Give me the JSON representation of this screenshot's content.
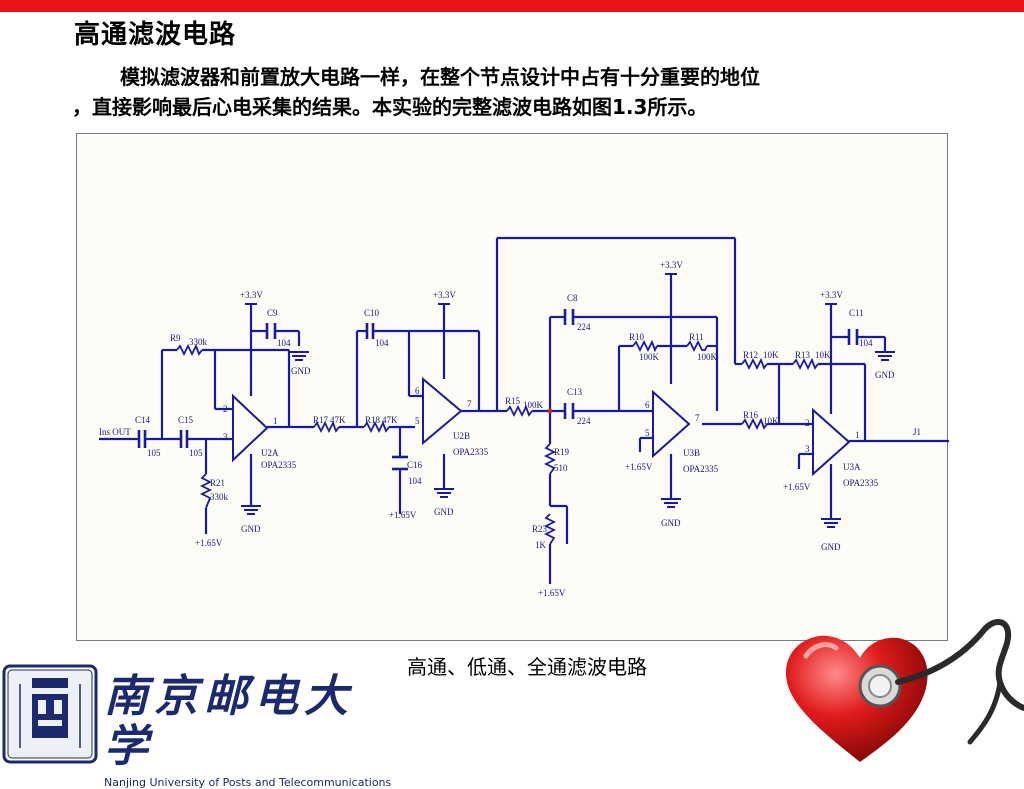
{
  "slide": {
    "title": "高通滤波电路",
    "paragraph_line1": "模拟滤波器和前置放大电路一样，在整个节点设计中占有十分重要的地位",
    "paragraph_line2": "，直接影响最后心电采集的结果。本实验的完整滤波电路如图1.3所示。",
    "caption": "高通、低通、全通滤波电路"
  },
  "footer": {
    "university_cn": "南京邮电大学",
    "university_en": "Nanjing University of Posts and Telecommunications"
  },
  "colors": {
    "accent": "#e8141a",
    "wire": "#1a1a9e",
    "brand": "#1b2a6e"
  },
  "circuit": {
    "input_label": "Ins OUT",
    "output_label": "J1",
    "components": {
      "C14": {
        "ref": "C14",
        "value": "105"
      },
      "C15": {
        "ref": "C15",
        "value": "105"
      },
      "R21": {
        "ref": "R21",
        "value": "330k"
      },
      "R9": {
        "ref": "R9",
        "value": "330k"
      },
      "C9": {
        "ref": "C9",
        "value": "104"
      },
      "U2A": {
        "ref": "U2A",
        "value": "OPA2335"
      },
      "R17": {
        "ref": "R17",
        "value": "47K"
      },
      "R18": {
        "ref": "R18",
        "value": "47K"
      },
      "C16": {
        "ref": "C16",
        "value": "104"
      },
      "C10": {
        "ref": "C10",
        "value": "104"
      },
      "U2B": {
        "ref": "U2B",
        "value": "OPA2335"
      },
      "R15": {
        "ref": "R15",
        "value": "100K"
      },
      "R19": {
        "ref": "R19",
        "value": "510"
      },
      "R23": {
        "ref": "R23",
        "value": "1K"
      },
      "C8": {
        "ref": "C8",
        "value": "224"
      },
      "C13": {
        "ref": "C13",
        "value": "224"
      },
      "R10": {
        "ref": "R10",
        "value": "100K"
      },
      "R11": {
        "ref": "R11",
        "value": "100K"
      },
      "U3B": {
        "ref": "U3B",
        "value": "OPA2335"
      },
      "R12": {
        "ref": "R12",
        "value": "10K"
      },
      "R13": {
        "ref": "R13",
        "value": "10K"
      },
      "R16": {
        "ref": "R16",
        "value": "10K"
      },
      "C11": {
        "ref": "C11",
        "value": "104"
      },
      "U3A": {
        "ref": "U3A",
        "value": "OPA2335"
      }
    },
    "rails": {
      "vcc": "+3.3V",
      "gnd": "GND",
      "vref": "+1.65V"
    },
    "pins": {
      "u2a_inv": "2",
      "u2a_non": "3",
      "u2a_out": "1",
      "u2b_inv": "6",
      "u2b_non": "5",
      "u2b_out": "7",
      "u3b_inv": "6",
      "u3b_non": "5",
      "u3b_out": "7",
      "u3a_inv": "2",
      "u3a_non": "3",
      "u3a_out": "1"
    }
  }
}
